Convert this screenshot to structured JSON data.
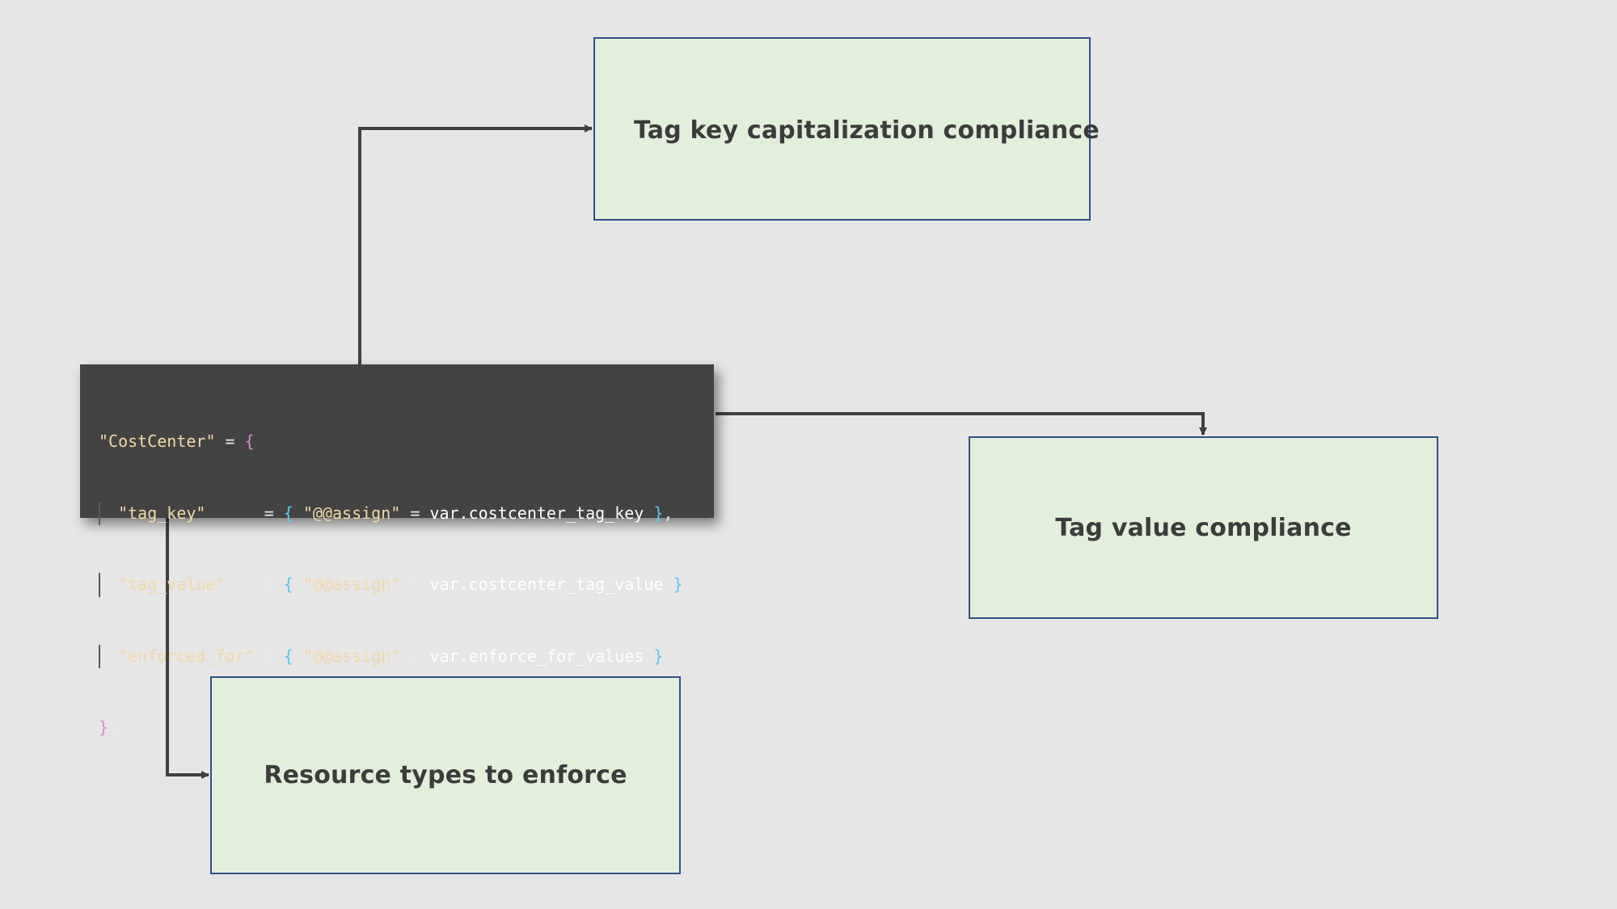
{
  "boxes": {
    "tag_key": {
      "label": "Tag key capitalization compliance"
    },
    "tag_value": {
      "label": "Tag value compliance"
    },
    "resources": {
      "label": "Resource types to enforce"
    }
  },
  "code": {
    "line1": {
      "key": "\"CostCenter\"",
      "op": " = ",
      "brace": "{"
    },
    "line2": {
      "key": "\"tag_key\"",
      "pad": "      = ",
      "open": "{ ",
      "assign": "\"@@assign\"",
      "eq": " = ",
      "value": "var.costcenter_tag_key",
      "close": " }",
      "tail": ","
    },
    "line3": {
      "key": "\"tag_value\"",
      "pad": "    = ",
      "open": "{ ",
      "assign": "\"@@assign\"",
      "eq": " = ",
      "value": "var.costcenter_tag_value",
      "close": " }",
      "tail": ","
    },
    "line4": {
      "key": "\"enforced_for\"",
      "pad": " = ",
      "open": "{ ",
      "assign": "\"@@assign\"",
      "eq": " = ",
      "value": "var.enforce_for_values",
      "close": " }",
      "tail": ""
    },
    "line5": {
      "brace": "}",
      "tail": ","
    }
  },
  "colors": {
    "background": "#e6e6e6",
    "box_fill": "#e2efda",
    "box_border": "#2f4f8a",
    "code_background": "#434343",
    "connector": "#404040"
  }
}
